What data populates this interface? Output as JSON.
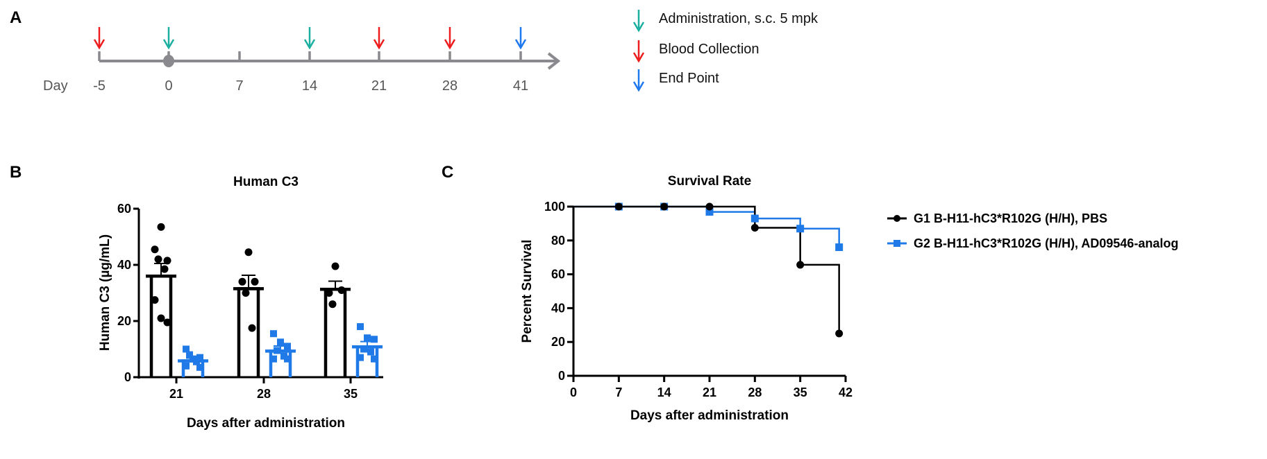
{
  "colors": {
    "admin": "#1aaf9f",
    "blood": "#ee1c1c",
    "end": "#1e78f0",
    "timeline": "#8a8a8e",
    "g1": "#000000",
    "g2": "#1f7ae8"
  },
  "panel_a": {
    "label": "A",
    "day_label": "Day",
    "days": [
      {
        "day": "-5",
        "event": "blood"
      },
      {
        "day": "0",
        "event": "admin"
      },
      {
        "day": "7",
        "event": ""
      },
      {
        "day": "14",
        "event": "admin"
      },
      {
        "day": "21",
        "event": "blood"
      },
      {
        "day": "28",
        "event": "blood"
      },
      {
        "day": "41",
        "event": "end"
      }
    ],
    "legend": [
      {
        "event": "admin",
        "label": "Administration, s.c. 5 mpk"
      },
      {
        "event": "blood",
        "label": "Blood Collection"
      },
      {
        "event": "end",
        "label": "End Point"
      }
    ]
  },
  "chart_data": [
    {
      "panel_label": "B",
      "type": "bar",
      "title": "Human C3",
      "xlabel": "Days after administration",
      "ylabel": "Human C3 (µg/mL)",
      "ylim": [
        0,
        60
      ],
      "yticks": [
        "0",
        "20",
        "40",
        "60"
      ],
      "categories": [
        "21",
        "28",
        "35"
      ],
      "series": [
        {
          "name": "G1 B-H11-hC3*R102G (H/H), PBS",
          "marker": "circle",
          "means": [
            36,
            31.5,
            31.3
          ],
          "sem": [
            4.5,
            4.8,
            2.9
          ],
          "points": [
            [
              53.5,
              45.5,
              41.5,
              42,
              38.5,
              27.5,
              19.5,
              21
            ],
            [
              44.5,
              34,
              34,
              30,
              17.5
            ],
            [
              39.5,
              30,
              31,
              26
            ]
          ]
        },
        {
          "name": "G2 B-H11-hC3*R102G (H/H), AD09546-analog",
          "marker": "square",
          "means": [
            5.8,
            9.3,
            10.8
          ],
          "sem": [
            1.0,
            1.8,
            1.9
          ],
          "points": [
            [
              10,
              6.5,
              7,
              8,
              5.5,
              4,
              3.5
            ],
            [
              15.5,
              12.5,
              11,
              9.5,
              7.5,
              6.5,
              6.5
            ],
            [
              18,
              14,
              13.5,
              10,
              9,
              7,
              6.5
            ]
          ]
        }
      ]
    },
    {
      "panel_label": "C",
      "type": "line",
      "title": "Survival Rate",
      "xlabel": "Days after administration",
      "ylabel": "Percent Survival",
      "xlim": [
        0,
        42
      ],
      "ylim": [
        0,
        100
      ],
      "xticks": [
        "0",
        "7",
        "14",
        "21",
        "28",
        "35",
        "42"
      ],
      "yticks": [
        "0",
        "20",
        "40",
        "60",
        "80",
        "100"
      ],
      "legend_position": "right",
      "series": [
        {
          "name": "G1 B-H11-hC3*R102G (H/H), PBS",
          "marker": "circle",
          "steps": [
            [
              0,
              100
            ],
            [
              28,
              87.5
            ],
            [
              35,
              65.6
            ],
            [
              41,
              25
            ]
          ],
          "points": [
            [
              7,
              100
            ],
            [
              14,
              100
            ],
            [
              21,
              100
            ],
            [
              28,
              87.5
            ],
            [
              35,
              65.6
            ],
            [
              41,
              25
            ]
          ]
        },
        {
          "name": "G2 B-H11-hC3*R102G (H/H), AD09546-analog",
          "marker": "square",
          "steps": [
            [
              0,
              100
            ],
            [
              21,
              96.9
            ],
            [
              28,
              93
            ],
            [
              35,
              87
            ],
            [
              41,
              76
            ]
          ],
          "points": [
            [
              7,
              100
            ],
            [
              14,
              100
            ],
            [
              21,
              96.9
            ],
            [
              28,
              93
            ],
            [
              35,
              87
            ],
            [
              41,
              76
            ]
          ]
        }
      ]
    }
  ]
}
